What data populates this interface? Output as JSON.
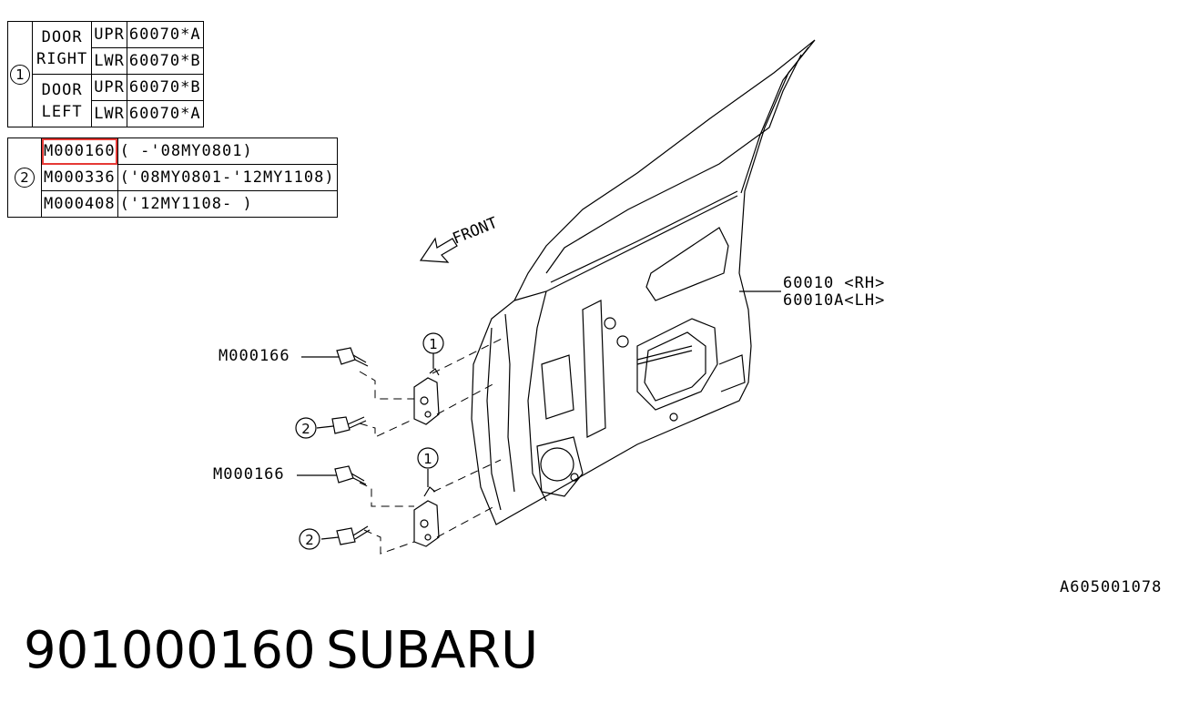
{
  "table1": {
    "index": "①",
    "rows": [
      {
        "door_line1": "DOOR",
        "door_line2": "RIGHT",
        "pos": "UPR",
        "part": "60070*A"
      },
      {
        "pos": "LWR",
        "part": "60070*B"
      },
      {
        "door_line1": "DOOR",
        "door_line2": "LEFT",
        "pos": "UPR",
        "part": "60070*B"
      },
      {
        "pos": "LWR",
        "part": "60070*A"
      }
    ]
  },
  "table2": {
    "index": "②",
    "rows": [
      {
        "part": "M000160",
        "range": "( -'08MY0801)"
      },
      {
        "part": "M000336",
        "range": "('08MY0801-'12MY1108)"
      },
      {
        "part": "M000408",
        "range": "('12MY1108- )"
      }
    ]
  },
  "diagram": {
    "front_label": "FRONT",
    "door_rh": "60010  <RH>",
    "door_lh": "60010A<LH>",
    "bolt_upper": "M000166",
    "bolt_lower": "M000166",
    "callout_1": "1",
    "callout_2": "2",
    "image_code": "A605001078"
  },
  "footer": {
    "part_number": "901000160",
    "brand": "SUBARU"
  },
  "colors": {
    "highlight": "#e53935"
  }
}
